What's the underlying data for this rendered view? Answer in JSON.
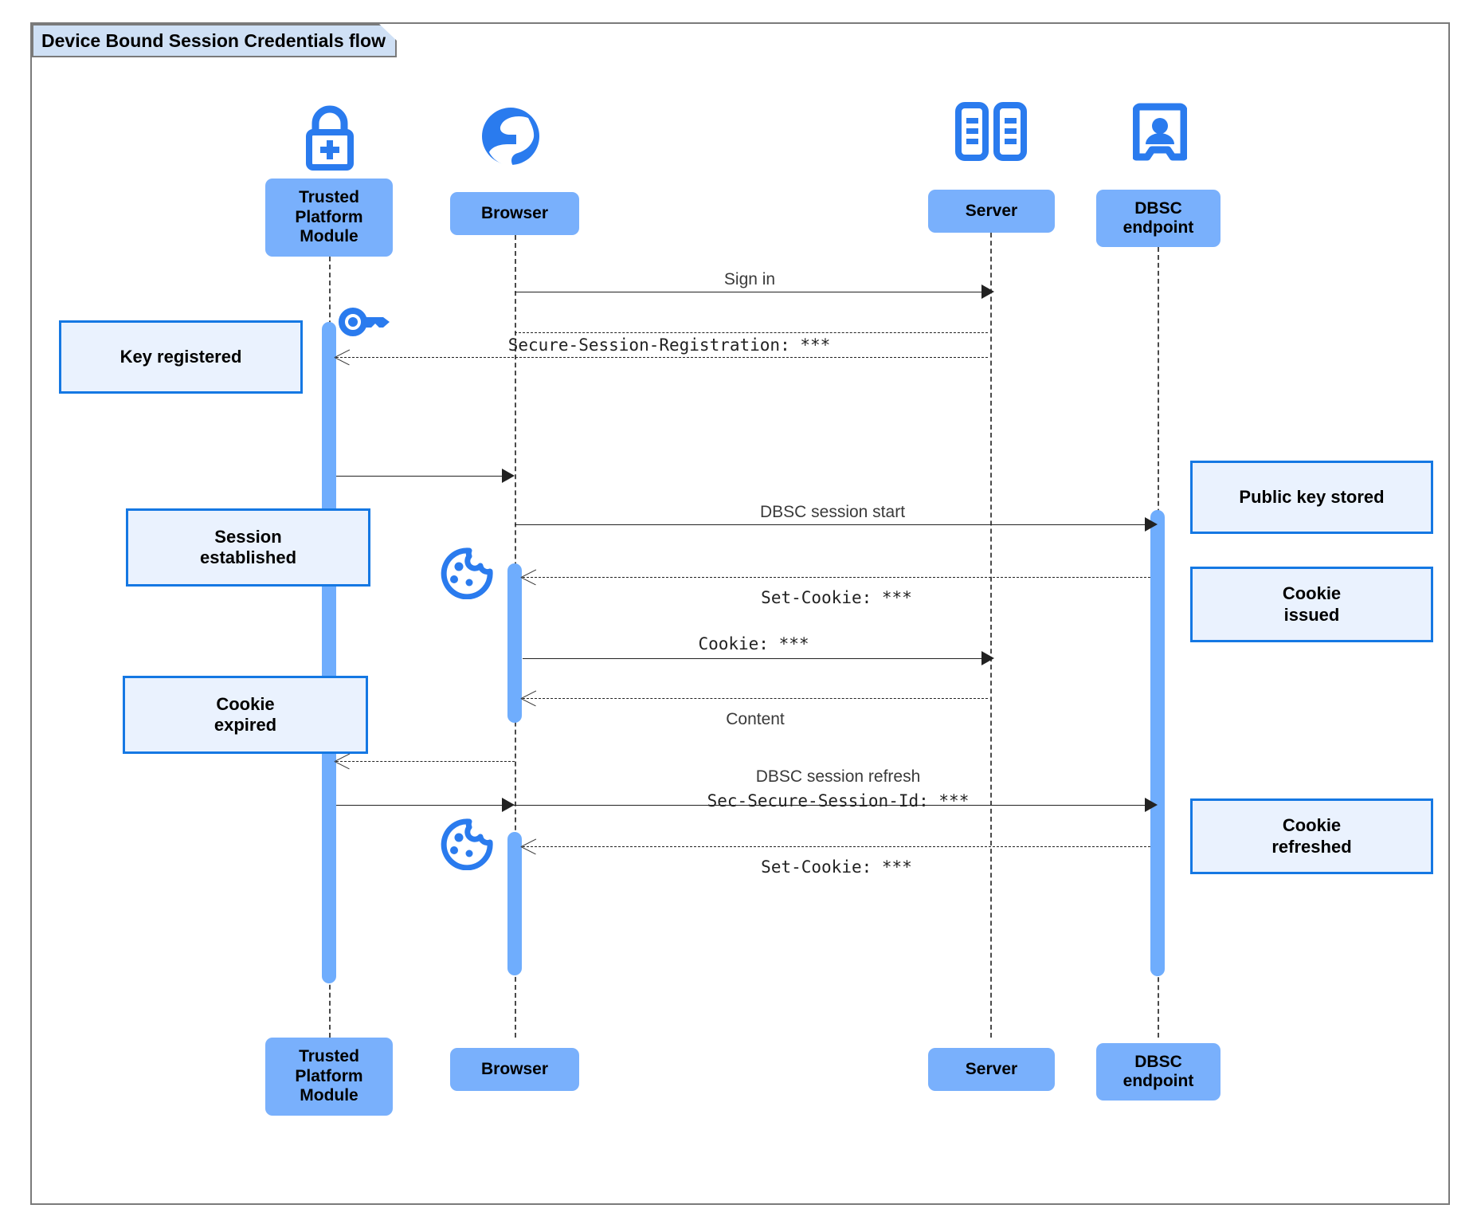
{
  "frame": {
    "label": "Device Bound Session Credentials flow"
  },
  "participants": [
    {
      "id": "tpm",
      "name": "Trusted\nPlatform\nModule",
      "icon": "padlock-plus-icon"
    },
    {
      "id": "browser",
      "name": "Browser",
      "icon": "globe-icon"
    },
    {
      "id": "server",
      "name": "Server",
      "icon": "server-rack-icon"
    },
    {
      "id": "dbsc",
      "name": "DBSC\nendpoint",
      "icon": "id-badge-icon"
    }
  ],
  "messages": [
    {
      "id": "m1",
      "from": "browser",
      "to": "server",
      "label": "Sign in",
      "style": "sans",
      "kind": "solid"
    },
    {
      "id": "m2",
      "from": "server",
      "to": "tpm",
      "label": "Secure-Session-Registration: ***",
      "style": "mono",
      "kind": "dashed"
    },
    {
      "id": "m3",
      "from": "tpm",
      "to": "browser",
      "label": "",
      "style": "sans",
      "kind": "solid"
    },
    {
      "id": "m4",
      "from": "browser",
      "to": "dbsc",
      "label": "DBSC session start",
      "style": "sans",
      "kind": "solid"
    },
    {
      "id": "m5",
      "from": "dbsc",
      "to": "browser",
      "label": "Set-Cookie: ***",
      "style": "mono",
      "kind": "dashed"
    },
    {
      "id": "m6",
      "from": "browser",
      "to": "server",
      "label": "Cookie: ***",
      "style": "mono",
      "kind": "solid"
    },
    {
      "id": "m7",
      "from": "server",
      "to": "browser",
      "label": "Content",
      "style": "sans",
      "kind": "dashed"
    },
    {
      "id": "m8",
      "from": "browser",
      "to": "tpm",
      "label": "",
      "style": "sans",
      "kind": "dashed"
    },
    {
      "id": "m9",
      "from": "tpm",
      "to": "dbsc",
      "label": "DBSC session refresh",
      "label2": "Sec-Secure-Session-Id: ***",
      "style": "sans",
      "kind": "solid"
    },
    {
      "id": "m10",
      "from": "dbsc",
      "to": "browser",
      "label": "Set-Cookie: ***",
      "style": "mono",
      "kind": "dashed"
    }
  ],
  "notes": [
    {
      "id": "n1",
      "text": "Key registered",
      "side": "left"
    },
    {
      "id": "n2",
      "text": "Session\nestablished",
      "side": "left"
    },
    {
      "id": "n3",
      "text": "Cookie\nexpired",
      "side": "left"
    },
    {
      "id": "n4",
      "text": "Public key stored",
      "side": "right"
    },
    {
      "id": "n5",
      "text": "Cookie\nissued",
      "side": "right"
    },
    {
      "id": "n6",
      "text": "Cookie\nrefreshed",
      "side": "right"
    }
  ],
  "inline_icons": [
    {
      "id": "i1",
      "icon": "key-icon"
    },
    {
      "id": "i2",
      "icon": "cookie-icon"
    },
    {
      "id": "i3",
      "icon": "cookie-icon"
    }
  ],
  "colors": {
    "participant_fill": "#79b0fc",
    "activation_fill": "#6fadfd",
    "note_fill": "#eaf2fe",
    "note_border": "#1578e3",
    "frame_label_fill": "#cfe0f5",
    "frame_border": "#7a7a7a",
    "icon_blue": "#2a7bee",
    "line": "#222222"
  }
}
